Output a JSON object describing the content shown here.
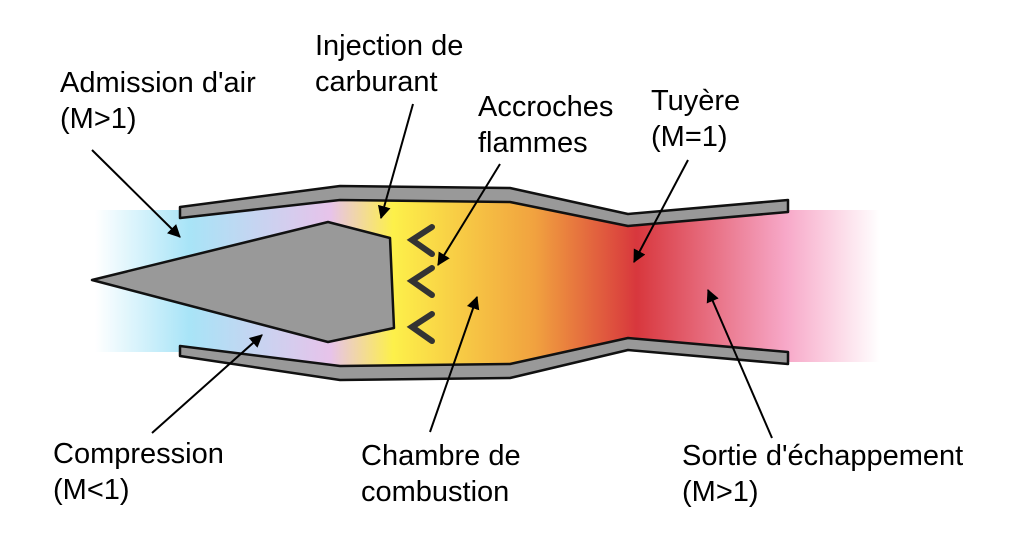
{
  "diagram": {
    "labels": {
      "admission": {
        "line1": "Admission d'air",
        "line2": "(M>1)"
      },
      "injection": {
        "line1": "Injection de",
        "line2": "carburant"
      },
      "accroches": {
        "line1": "Accroches",
        "line2": "flammes"
      },
      "tuyere": {
        "line1": "Tuyère",
        "line2": "(M=1)"
      },
      "compression": {
        "line1": "Compression",
        "line2": "(M<1)"
      },
      "chambre": {
        "line1": "Chambre de",
        "line2": "combustion"
      },
      "sortie": {
        "line1": "Sortie d'échappement",
        "line2": "(M>1)"
      }
    },
    "colors": {
      "intake_cyan": "#a8e4f7",
      "compression_lavender": "#e7c3ea",
      "fuel_yellow": "#fdf04a",
      "combustion_orange": "#f1a23f",
      "throat_red": "#d8373d",
      "exhaust_pink": "#f7a8c8",
      "casing_gray": "#999999",
      "outline": "#111111"
    }
  }
}
